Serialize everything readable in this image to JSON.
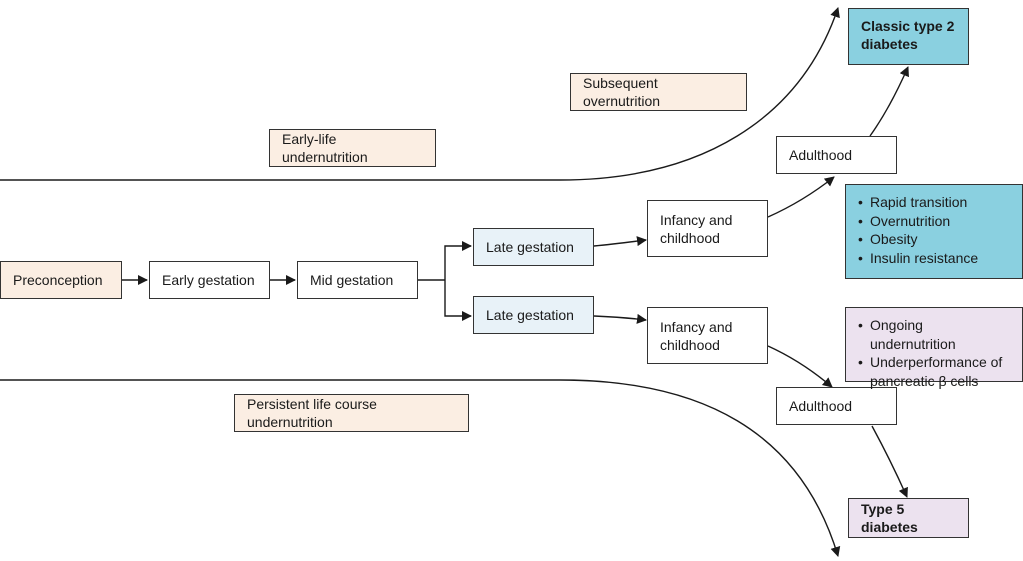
{
  "labels": {
    "early_life_undernutrition": "Early-life undernutrition",
    "subsequent_overnutrition": "Subsequent overnutrition",
    "persistent_life_course_undernutrition": "Persistent life course undernutrition"
  },
  "stages": {
    "preconception": "Preconception",
    "early_gestation": "Early gestation",
    "mid_gestation": "Mid gestation",
    "late_gestation_upper": "Late gestation",
    "late_gestation_lower": "Late gestation",
    "infancy_upper": "Infancy and\nchildhood",
    "infancy_lower": "Infancy and\nchildhood",
    "adulthood_upper": "Adulthood",
    "adulthood_lower": "Adulthood"
  },
  "outcomes": {
    "classic_type2": "Classic type 2\ndiabetes",
    "type5": "Type 5 diabetes"
  },
  "upper_factors": [
    "Rapid transition",
    "Overnutrition",
    "Obesity",
    "Insulin resistance"
  ],
  "lower_factors": [
    "Ongoing undernutrition",
    "Underperformance of\npancreatic β cells"
  ],
  "colors": {
    "cream": "#fbeee3",
    "light_blue": "#e8f2f8",
    "cyan": "#8ad0e0",
    "lilac": "#ece2ef",
    "stroke": "#1a1a1a"
  }
}
